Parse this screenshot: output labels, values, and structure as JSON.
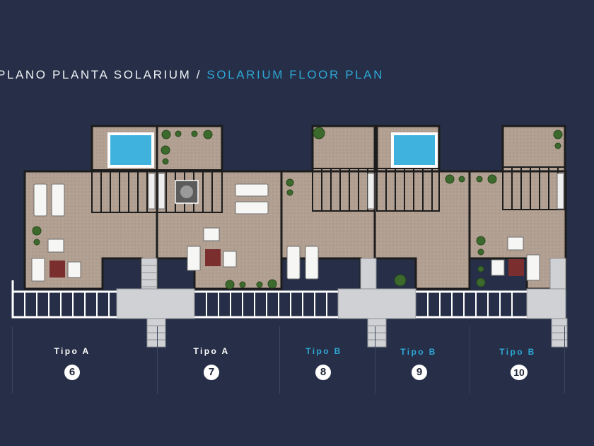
{
  "title": {
    "es": "PLANO PLANTA SOLARIUM",
    "separator": "/",
    "en": "SOLARIUM FLOOR PLAN"
  },
  "colors": {
    "background": "#262f47",
    "accent": "#2ea7d6",
    "floor": "#b3a193",
    "wall": "#1c1c1c",
    "pool": "#3fb3dd",
    "plant": "#3c6a2c",
    "rug": "#7a2e2e"
  },
  "units": [
    {
      "type": "Tipo A",
      "number": "6",
      "highlight": false
    },
    {
      "type": "Tipo A",
      "number": "7",
      "highlight": false
    },
    {
      "type": "Tipo B",
      "number": "8",
      "highlight": true
    },
    {
      "type": "Tipo B",
      "number": "9",
      "highlight": true
    },
    {
      "type": "Tipo B",
      "number": "10",
      "highlight": true
    }
  ]
}
